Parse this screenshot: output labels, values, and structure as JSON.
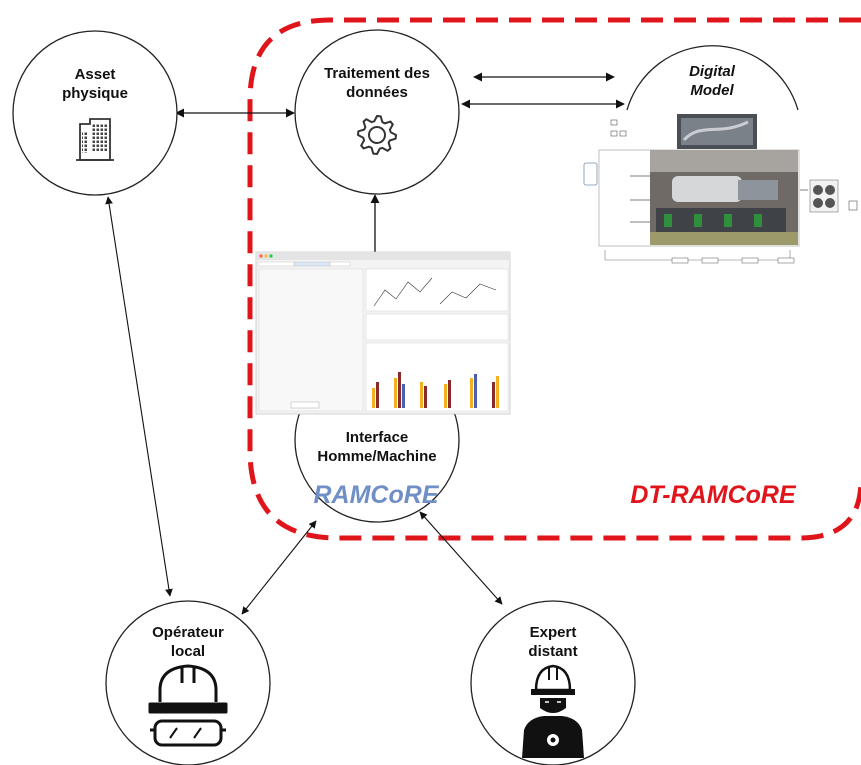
{
  "nodes": {
    "asset": {
      "line1": "Asset",
      "line2": "physique"
    },
    "traitement": {
      "line1": "Traitement des",
      "line2": "données"
    },
    "digital": {
      "line1": "Digital",
      "line2": "Model"
    },
    "interface": {
      "line1": "Interface",
      "line2": "Homme/Machine"
    },
    "operateur": {
      "line1": "Opérateur",
      "line2": "local"
    },
    "expert": {
      "line1": "Expert",
      "line2": "distant"
    }
  },
  "labels": {
    "ramcore": "RAMCoRE",
    "dt_ramcore": "DT-RAMCoRE"
  },
  "colors": {
    "boundary": "#e0151b",
    "ramcore": "#6f8fc6",
    "dt_ramcore": "#e0151b",
    "lines": "#111111"
  },
  "icons": {
    "asset": "building-icon",
    "traitement": "gear-icon",
    "operateur": "hardhat-goggles-icon",
    "expert": "engineer-icon"
  }
}
